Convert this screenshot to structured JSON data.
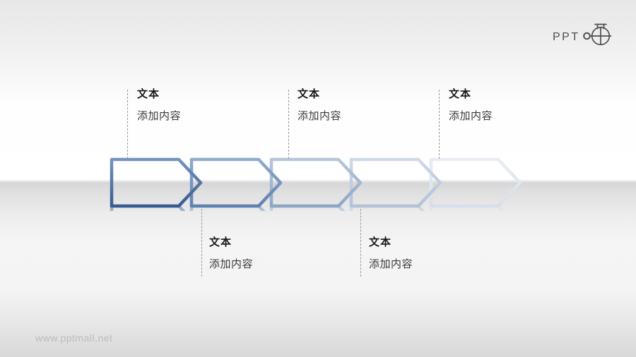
{
  "slide": {
    "watermark": "www.pptmall.net",
    "logo": {
      "text": "PPT"
    },
    "diagram": {
      "steps": [
        {
          "title": "文本",
          "subtitle": "添加内容",
          "label_position": "above",
          "color": "#35598f",
          "color_light": "#7797c2"
        },
        {
          "title": "文本",
          "subtitle": "添加内容",
          "label_position": "below",
          "color": "#5c80b0",
          "color_light": "#93adcd"
        },
        {
          "title": "文本",
          "subtitle": "添加内容",
          "label_position": "above",
          "color": "#8ca5c5",
          "color_light": "#b9c8dc"
        },
        {
          "title": "文本",
          "subtitle": "添加内容",
          "label_position": "below",
          "color": "#b2c1d7",
          "color_light": "#d0dae7"
        },
        {
          "title": "文本",
          "subtitle": "添加内容",
          "label_position": "above",
          "color": "#d7dee9",
          "color_light": "#eaedf3"
        }
      ]
    },
    "colors": {
      "title_text": "#161616",
      "subtitle_text": "#3a3a3a",
      "leader_line": "#999999",
      "watermark_text": "#bcbcbc",
      "logo_ink": "#4e4e4e",
      "background_top": "#e8e8e9",
      "background_floor": "#d6d6d8",
      "background_bottom": "#d8d8d9"
    }
  }
}
